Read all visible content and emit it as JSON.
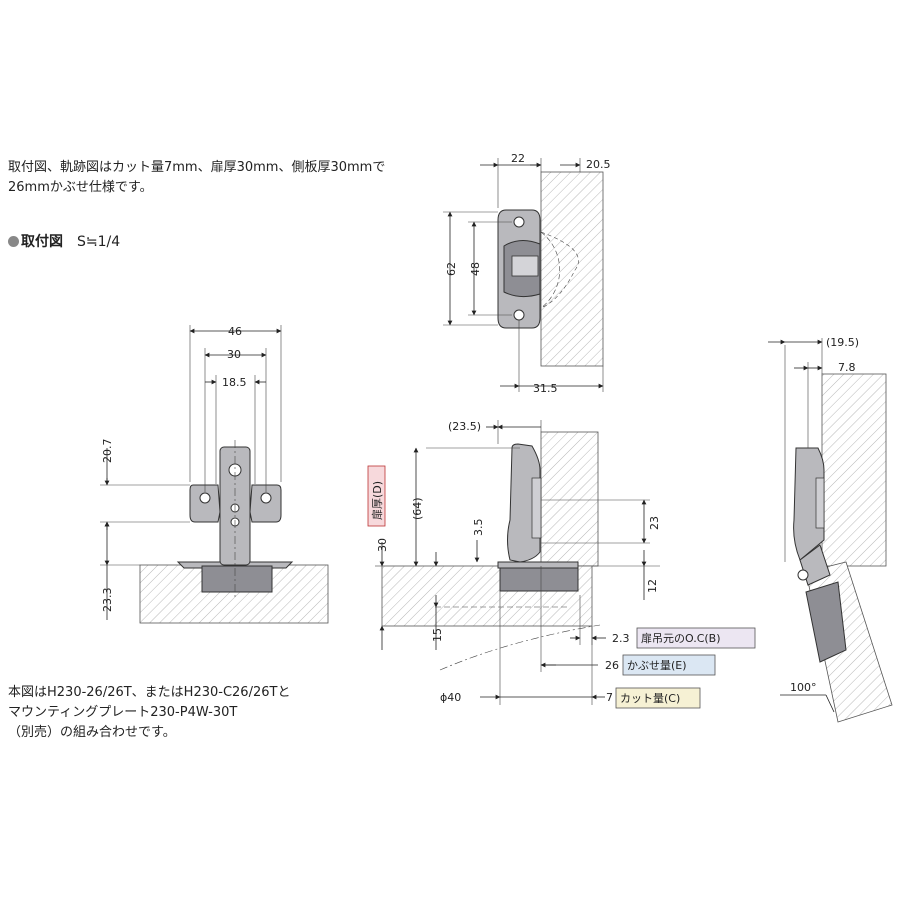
{
  "intro": {
    "line1": "取付図、軌跡図はカット量7mm、扉厚30mm、側板厚30mmで",
    "line2": "26mmかぶせ仕様です。"
  },
  "section": {
    "title": "取付図",
    "scale": "S≒1/4"
  },
  "note": {
    "line1": "本図はH230-26/26T、またはH230-C26/26Tと",
    "line2": "マウンティングプレート230-P4W-30T",
    "line3": "（別売）の組み合わせです。"
  },
  "front_view": {
    "dim_46": "46",
    "dim_30": "30",
    "dim_18_5": "18.5",
    "dim_20_7": "20.7",
    "dim_23_3": "23.3"
  },
  "top_view": {
    "dim_22": "22",
    "dim_20_5": "20.5",
    "dim_62": "62",
    "dim_48": "48",
    "dim_31_5": "31.5"
  },
  "side_view": {
    "dim_23_5": "(23.5)",
    "dim_64": "(64)",
    "dim_30": "30",
    "dim_3_5": "3.5",
    "dim_23": "23",
    "dim_12": "12",
    "dim_15": "15",
    "dim_2_3": "2.3",
    "dim_26": "26",
    "dim_phi40": "ϕ40",
    "dim_7": "7",
    "door_thickness_label": "扉厚(D)",
    "oc_label": "扉吊元のO.C(B)",
    "overlay_label": "かぶせ量(E)",
    "cut_label": "カット量(C)"
  },
  "open_view": {
    "dim_19_5": "(19.5)",
    "dim_7_8": "7.8",
    "angle": "100°"
  },
  "colors": {
    "door_thickness_bg": "#f7d9dc",
    "oc_bg": "#ece6f2",
    "overlay_bg": "#dbe7f3",
    "cut_bg": "#f6f1d4"
  }
}
